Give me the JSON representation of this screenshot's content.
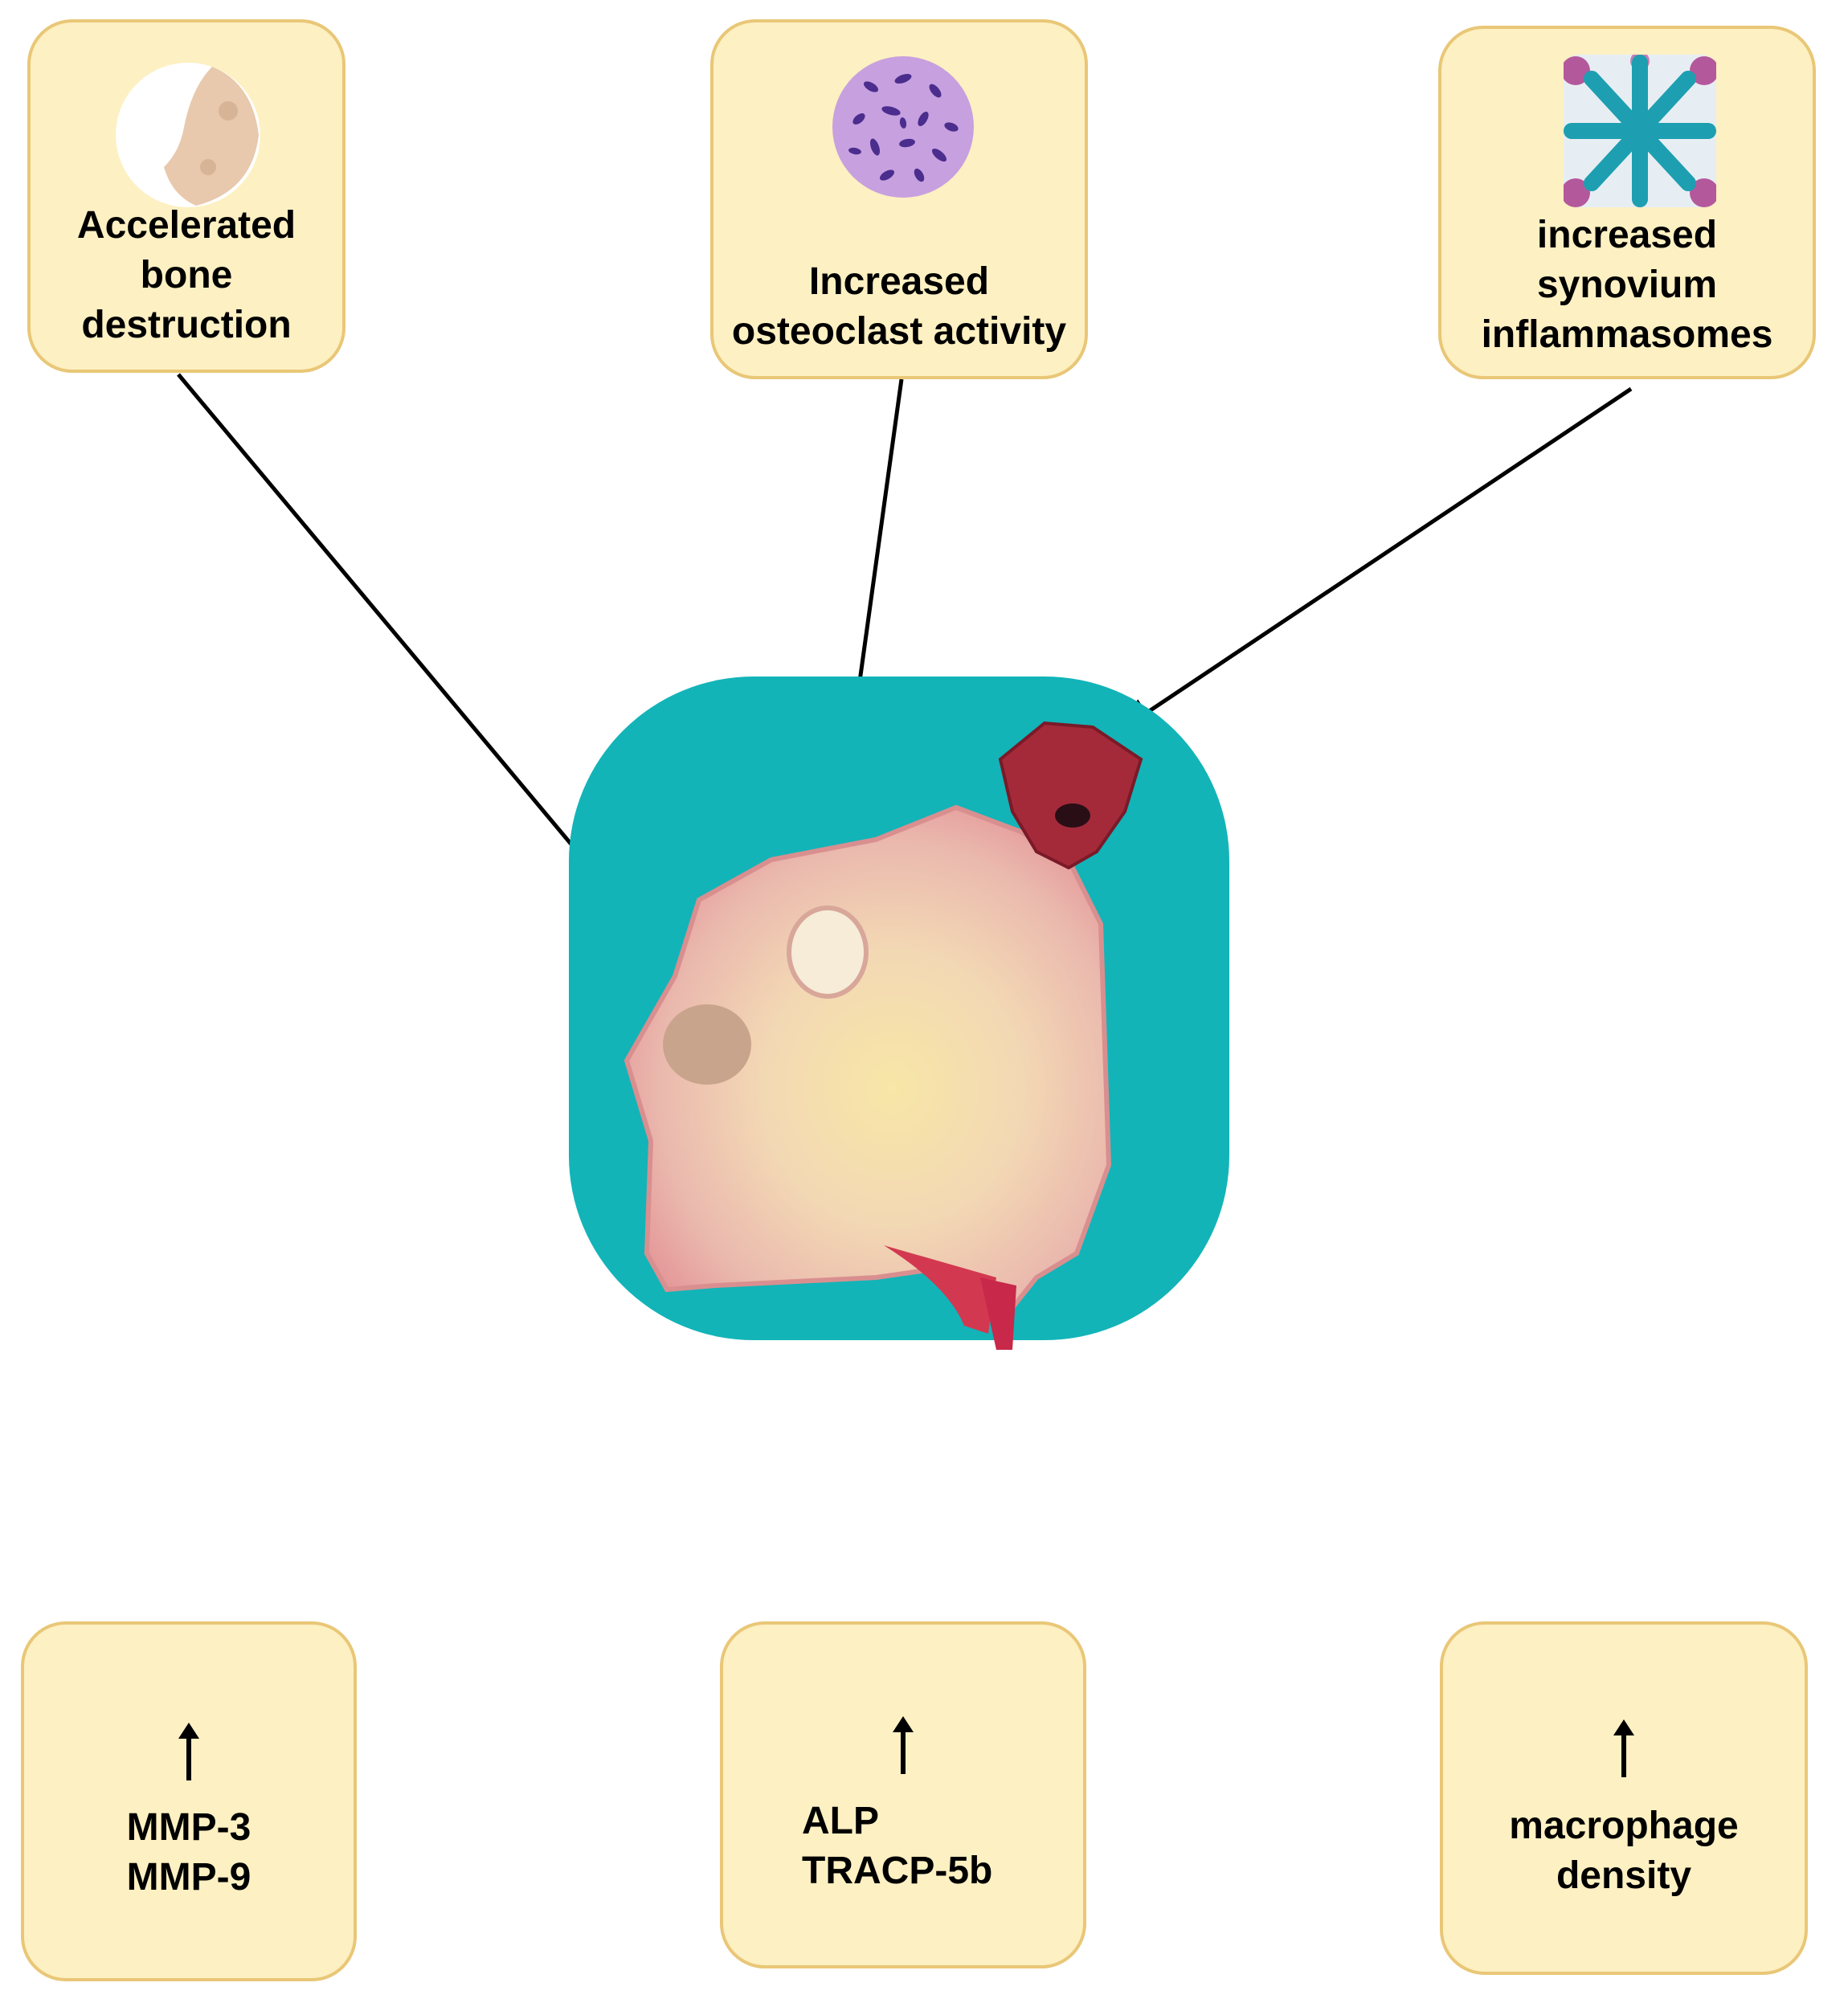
{
  "top_boxes": [
    {
      "lines": [
        "Accelerated",
        "bone",
        "destruction"
      ],
      "icon": "bone-fragment-icon"
    },
    {
      "lines": [
        "Increased",
        "osteoclast activity"
      ],
      "icon": "histology-slide-icon"
    },
    {
      "lines": [
        "increased",
        "synovium",
        "inflammasomes"
      ],
      "icon": "inflammasome-icon"
    }
  ],
  "bottom_boxes": [
    {
      "arrow": "up-arrow-icon",
      "lines": [
        "MMP-3",
        "MMP-9"
      ]
    },
    {
      "arrow": "up-arrow-icon",
      "lines": [
        "ALP",
        "TRACP-5b"
      ]
    },
    {
      "arrow": "up-arrow-icon",
      "lines": [
        "macrophage",
        "density"
      ]
    }
  ],
  "center_image": {
    "subject": "resected-bone-specimen",
    "background_color": "#12b4b8"
  },
  "colors": {
    "box_fill": "#fdf0c2",
    "box_border": "#e9c777",
    "arrow": "#000000"
  }
}
